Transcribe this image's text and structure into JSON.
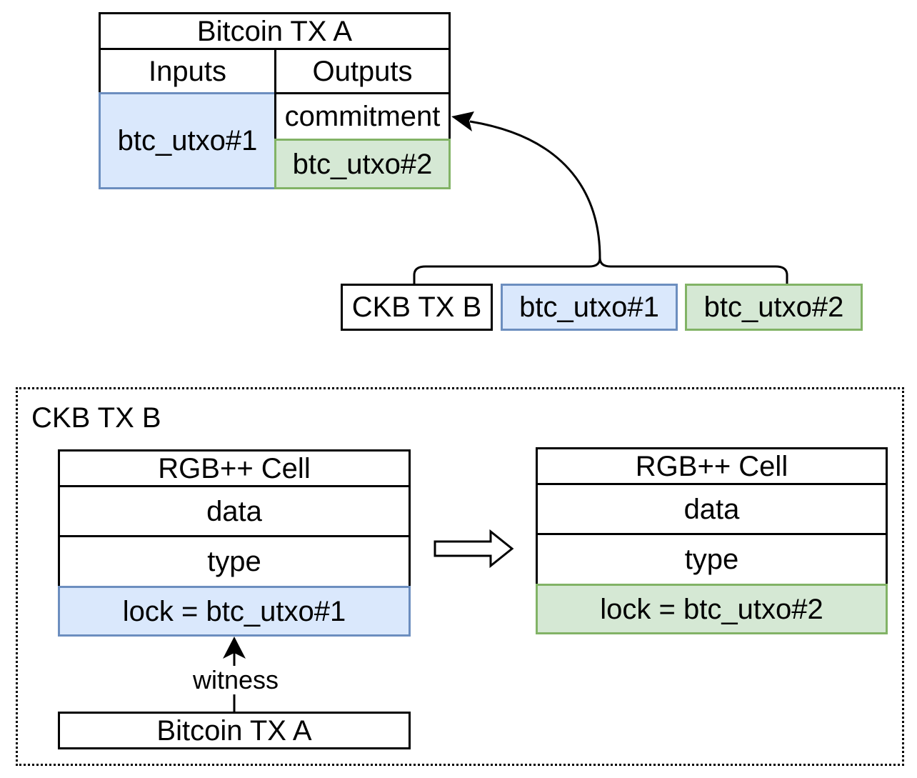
{
  "btc_tx_a": {
    "title": "Bitcoin TX A",
    "inputs_header": "Inputs",
    "outputs_header": "Outputs",
    "input_utxo": "btc_utxo#1",
    "output_commitment": "commitment",
    "output_utxo": "btc_utxo#2"
  },
  "commitment_source": {
    "tx": "CKB TX B",
    "utxo_1": "btc_utxo#1",
    "utxo_2": "btc_utxo#2"
  },
  "ckb_tx_b": {
    "title": "CKB TX B",
    "input_cell": {
      "title": "RGB++ Cell",
      "data": "data",
      "type": "type",
      "lock": "lock = btc_utxo#1"
    },
    "output_cell": {
      "title": "RGB++ Cell",
      "data": "data",
      "type": "type",
      "lock": "lock = btc_utxo#2"
    },
    "witness_label": "witness",
    "witness_source": "Bitcoin TX A"
  },
  "colors": {
    "blue_fill": "#dae8fc",
    "blue_stroke": "#6c8ebf",
    "green_fill": "#d5e8d4",
    "green_stroke": "#82b366"
  }
}
